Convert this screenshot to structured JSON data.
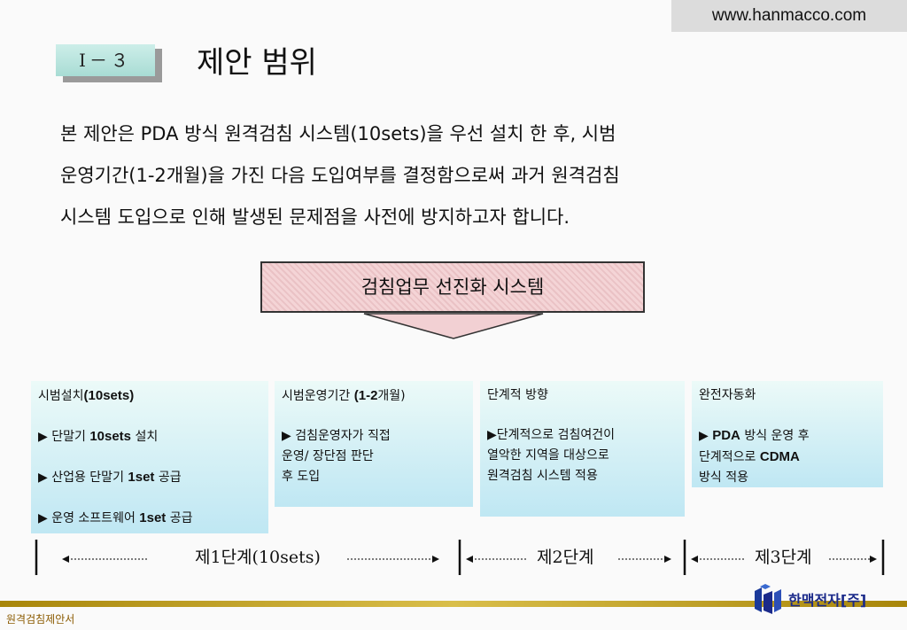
{
  "header": {
    "url": "www.hanmacco.com",
    "section_tag": "Ⅰ－３",
    "title": "제안 범위"
  },
  "intro": {
    "lines": [
      "본 제안은 PDA 방식 원격검침 시스템(10sets)을  우선 설치 한 후, 시범",
      "운영기간(1-2개월)을 가진 다음 도입여부를 결정함으로써 과거 원격검침",
      "시스템 도입으로 인해 발생된 문제점을 사전에 방지하고자 합니다."
    ]
  },
  "system_box": {
    "label": "검침업무 선진화 시스템"
  },
  "cards": [
    {
      "title_pre": "시범설치",
      "title_bold": "(10sets)",
      "title_post": "",
      "items": [
        {
          "pre": "▶ 단말기 ",
          "bold": "10sets",
          "post": " 설치"
        },
        {
          "pre": "▶ 산업용 단말기 ",
          "bold": "1set",
          "post": " 공급"
        },
        {
          "pre": "▶ 운영 소프트웨어 ",
          "bold": "1set",
          "post": " 공급"
        }
      ]
    },
    {
      "title_pre": "시범운영기간 ",
      "title_bold": "(1-2",
      "title_post": "개월)",
      "items": [
        {
          "pre": "▶ 검침운영자가 직접\n   운영/ 장단점 판단\n   후 도입",
          "bold": "",
          "post": ""
        }
      ]
    },
    {
      "title_pre": "단계적 방향",
      "title_bold": "",
      "title_post": "",
      "items": [
        {
          "pre": "▶단계적으로 검침여건이\n   열악한 지역을 대상으로\n   원격검침 시스템 적용",
          "bold": "",
          "post": ""
        }
      ]
    },
    {
      "title_pre": "완전자동화",
      "title_bold": "",
      "title_post": "",
      "items": [
        {
          "pre": "▶ ",
          "bold": "PDA",
          "post": " 방식 운영 후\n   단계적으로 ",
          "bold2": "CDMA",
          "post2": "\n   방식 적용"
        }
      ]
    }
  ],
  "phases": [
    {
      "label": "제1단계(10sets)"
    },
    {
      "label": "제2단계"
    },
    {
      "label": "제3단계"
    }
  ],
  "footer": {
    "doc_name": "원격검침제안서",
    "logo_text": "한맥전자[주]"
  },
  "colors": {
    "card_top": "#ecfaf8",
    "card_bottom": "#bfe7f3",
    "system_box": "#f4d4d6",
    "footer_rule": "#c8a82a",
    "logo_blue": "#1b2a8a"
  }
}
